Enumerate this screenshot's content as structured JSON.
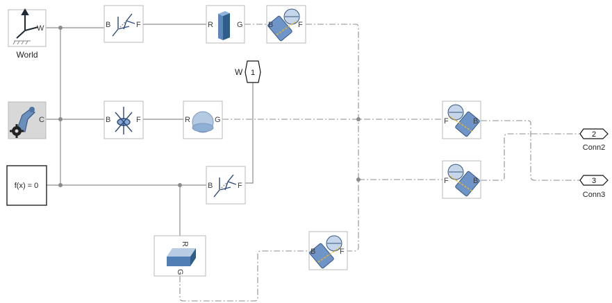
{
  "blocks": {
    "world": {
      "port_w": "W",
      "caption": "World"
    },
    "solver": {
      "port_c": "C"
    },
    "constraint": {
      "text": "f(x) = 0"
    },
    "transform_top": {
      "port_b": "B",
      "port_f": "F"
    },
    "transform_mid": {
      "port_b": "B",
      "port_f": "F"
    },
    "transform_low": {
      "port_b": "B",
      "port_f": "F"
    },
    "box_solid": {
      "port_r": "R",
      "port_g": "G"
    },
    "sphere_solid": {
      "port_r": "R",
      "port_g": "G"
    },
    "brick_solid": {
      "port_r": "R",
      "port_g": "G"
    },
    "joint_top": {
      "port_b": "B",
      "port_f": "F"
    },
    "joint_bottom": {
      "port_b": "B",
      "port_f": "F"
    },
    "joint_right_1": {
      "port_f": "F",
      "port_b": "B"
    },
    "joint_right_2": {
      "port_f": "F",
      "port_b": "B"
    }
  },
  "ports": {
    "w_port": {
      "label": "W",
      "number": "1"
    },
    "conn2": {
      "number": "2",
      "label": "Conn2"
    },
    "conn3": {
      "number": "3",
      "label": "Conn3"
    }
  },
  "colors": {
    "wire": "#8d8d8d",
    "block_border": "#b9b9b9",
    "solid_blue": "#2f5d8a",
    "joint_blue": "#6f95c8",
    "accent_yellow": "#e8b630"
  }
}
